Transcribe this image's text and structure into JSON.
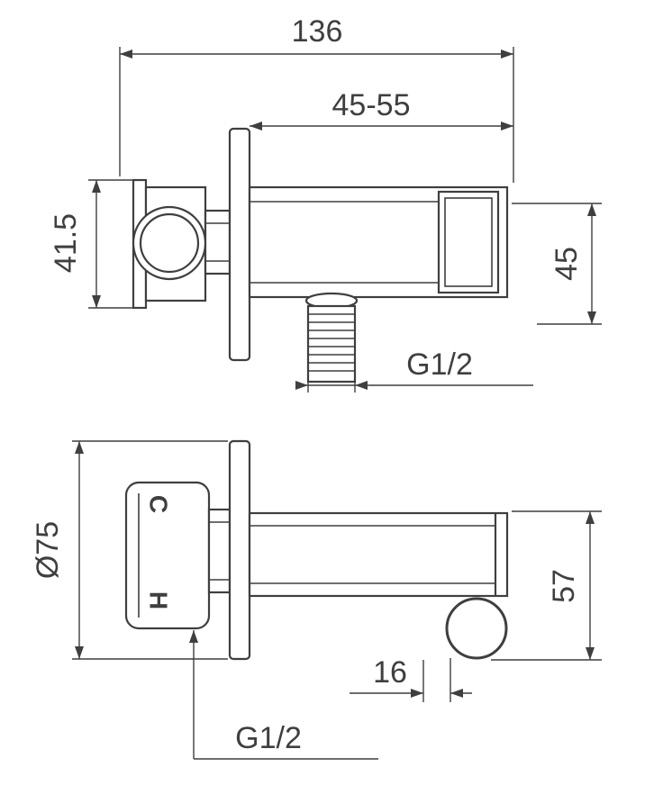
{
  "page": {
    "background_color": "#ffffff",
    "line_color": "#3f3f3f",
    "description_type": "dimensioned technical drawing of a shower outlet elbow with hand-shower holder"
  },
  "drawing": {
    "views": {
      "side": {
        "dims": {
          "total_length": "136",
          "adjust_range": "45-55",
          "body_height": "41.5",
          "end_height": "45",
          "outlet_thread": "G1/2"
        }
      },
      "top": {
        "dims": {
          "plate_diameter": "Ø75",
          "end_height": "57",
          "holder_offset": "16",
          "inlet_thread": "G1/2"
        },
        "port_labels": {
          "cold": "C",
          "hot": "H"
        }
      }
    }
  }
}
